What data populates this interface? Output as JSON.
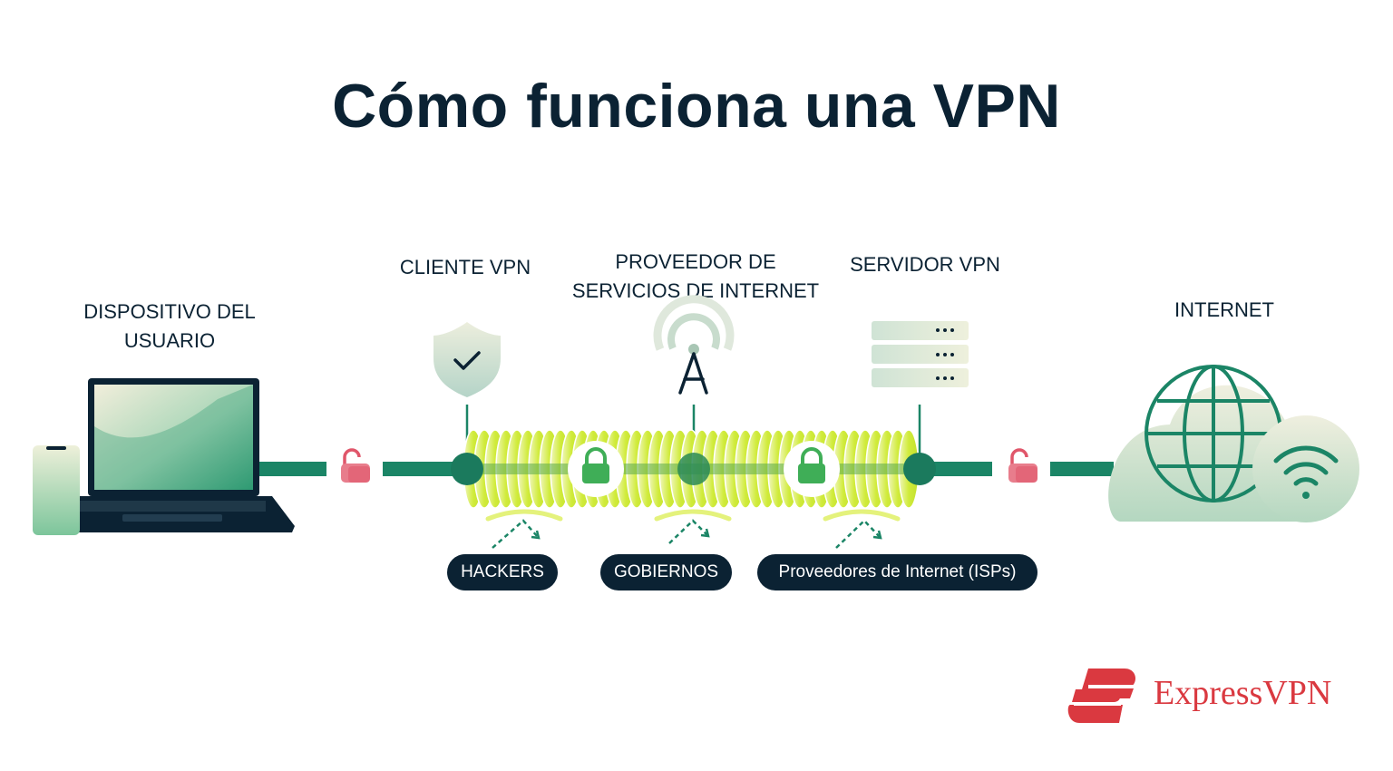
{
  "title": "Cómo funciona una VPN",
  "nodes": {
    "device": {
      "line1": "DISPOSITIVO DEL",
      "line2": "USUARIO"
    },
    "vpn_client": "CLIENTE VPN",
    "isp": {
      "line1": "PROVEEDOR DE",
      "line2": "SERVICIOS DE INTERNET"
    },
    "vpn_server": "SERVIDOR VPN",
    "internet": "INTERNET"
  },
  "threats": [
    "HACKERS",
    "GOBIERNOS",
    "Proveedores de Internet (ISPs)"
  ],
  "brand": "ExpressVPN",
  "colors": {
    "navy": "#0b2233",
    "line_green": "#1b8566",
    "tunnel_lime": "#d4ee3b",
    "lock_green": "#3fae57",
    "unlock_red": "#e0566a",
    "brand_red": "#da3940"
  }
}
